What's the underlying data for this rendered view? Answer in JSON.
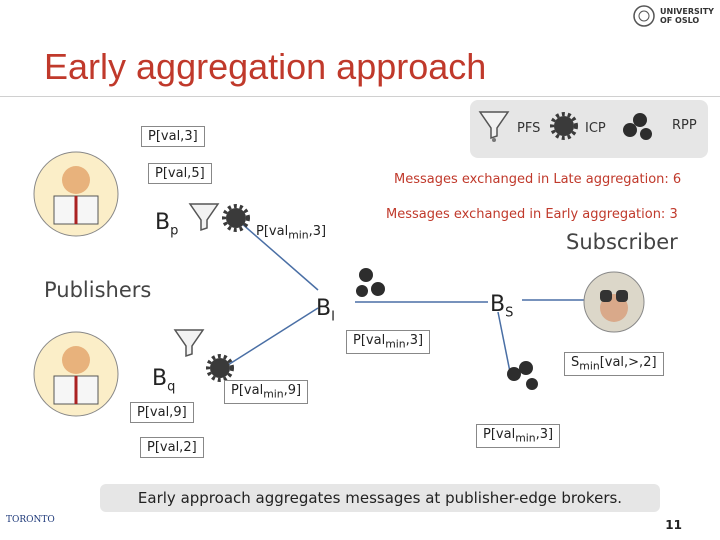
{
  "header": {
    "title": "Early aggregation approach",
    "top_logo_text_1": "UNIVERSITY",
    "top_logo_text_2": "OF OSLO"
  },
  "legend": {
    "pfs": "PFS",
    "icp": "ICP",
    "rpp": "RPP"
  },
  "messages": {
    "late": "Messages exchanged in Late aggregation: 6",
    "early": "Messages exchanged in Early aggregation: 3"
  },
  "labels": {
    "publishers": "Publishers",
    "subscriber": "Subscriber",
    "bp": "B",
    "bp_sub": "p",
    "bq": "B",
    "bq_sub": "q",
    "bi": "B",
    "bi_sub": "I",
    "bs": "B",
    "bs_sub": "S"
  },
  "boxes": {
    "p_val3": "P[val,3]",
    "p_val5": "P[val,5]",
    "p_valmin3_a": "P[val",
    "p_valmin3_a_sub": "min",
    "p_valmin3_a_tail": ",3]",
    "p_valmin3_b": "P[val",
    "p_valmin3_b_sub": "min",
    "p_valmin3_b_tail": ",3]",
    "p_valmin9": "P[val",
    "p_valmin9_sub": "min",
    "p_valmin9_tail": ",9]",
    "p_valmin3_c": "P[val",
    "p_valmin3_c_sub": "min",
    "p_valmin3_c_tail": ",3]",
    "p_val9": "P[val,9]",
    "p_val2": "P[val,2]",
    "smin": "S",
    "smin_sub": "min",
    "smin_tail": "[val,>,2]"
  },
  "footer": {
    "note": "Early approach aggregates messages at publisher-edge brokers.",
    "page": "11",
    "toronto": "TORONTO"
  }
}
